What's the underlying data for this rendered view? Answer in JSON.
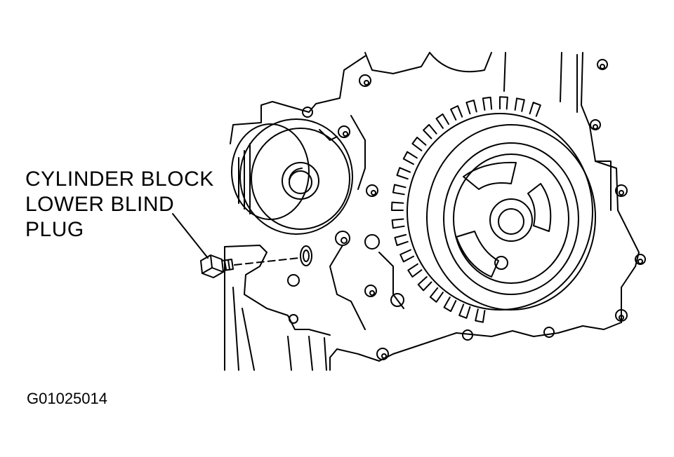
{
  "callout": {
    "lines": [
      "CYLINDER BLOCK",
      "LOWER BLIND",
      "PLUG"
    ]
  },
  "figure_id": "G01025014",
  "colors": {
    "ink": "#000000",
    "paper": "#ffffff"
  }
}
